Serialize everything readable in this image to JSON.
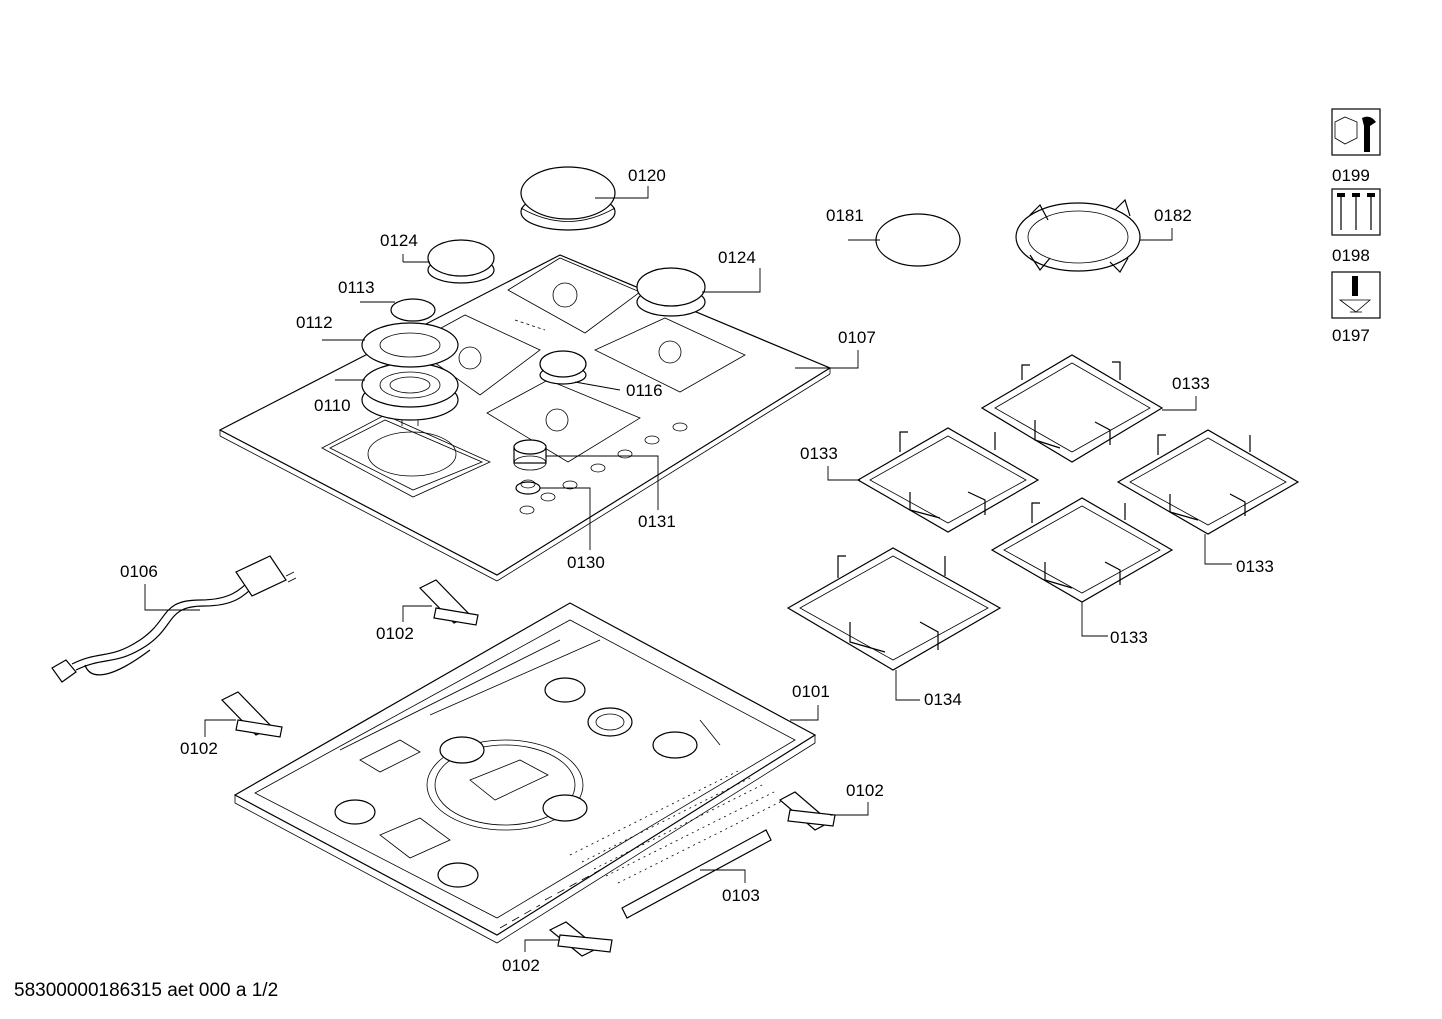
{
  "footer": {
    "document_code": "58300000186315 aet 000 a 1/2"
  },
  "parts": {
    "p0120": "0120",
    "p0124a": "0124",
    "p0124b": "0124",
    "p0113": "0113",
    "p0112": "0112",
    "p0110": "0110",
    "p0116": "0116",
    "p0107": "0107",
    "p0131": "0131",
    "p0130": "0130",
    "p0181": "0181",
    "p0182": "0182",
    "p0199": "0199",
    "p0198": "0198",
    "p0197": "0197",
    "p0133a": "0133",
    "p0133b": "0133",
    "p0133c": "0133",
    "p0133d": "0133",
    "p0134": "0134",
    "p0106": "0106",
    "p0102a": "0102",
    "p0102b": "0102",
    "p0102c": "0102",
    "p0102d": "0102",
    "p0101": "0101",
    "p0103": "0103"
  },
  "icons": {
    "service_kit": "wrench-nut-icon",
    "screw_set": "screws-icon",
    "screwdriver": "screwdriver-icon"
  }
}
